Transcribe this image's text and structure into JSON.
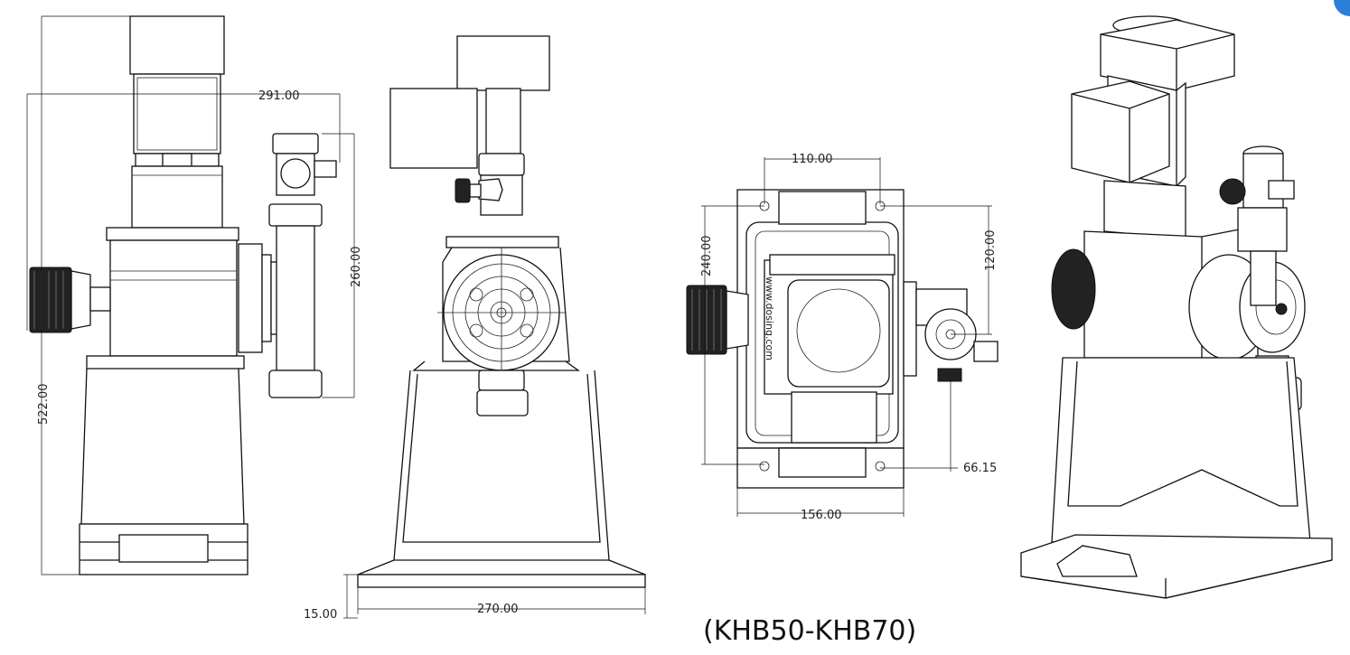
{
  "dimensions": {
    "side_width": "291.00",
    "side_height": "522.00",
    "head_height": "260.00",
    "base_thickness": "15.00",
    "base_width": "270.00",
    "top_hole_spacing": "110.00",
    "top_side_spacing": "240.00",
    "top_head_offset": "120.00",
    "top_outlet_offset": "66.15",
    "top_base_width": "156.00"
  },
  "watermark": "www.dosing.com",
  "caption": "(KHB50-KHB70)",
  "accent_color": "#2b7fd9"
}
